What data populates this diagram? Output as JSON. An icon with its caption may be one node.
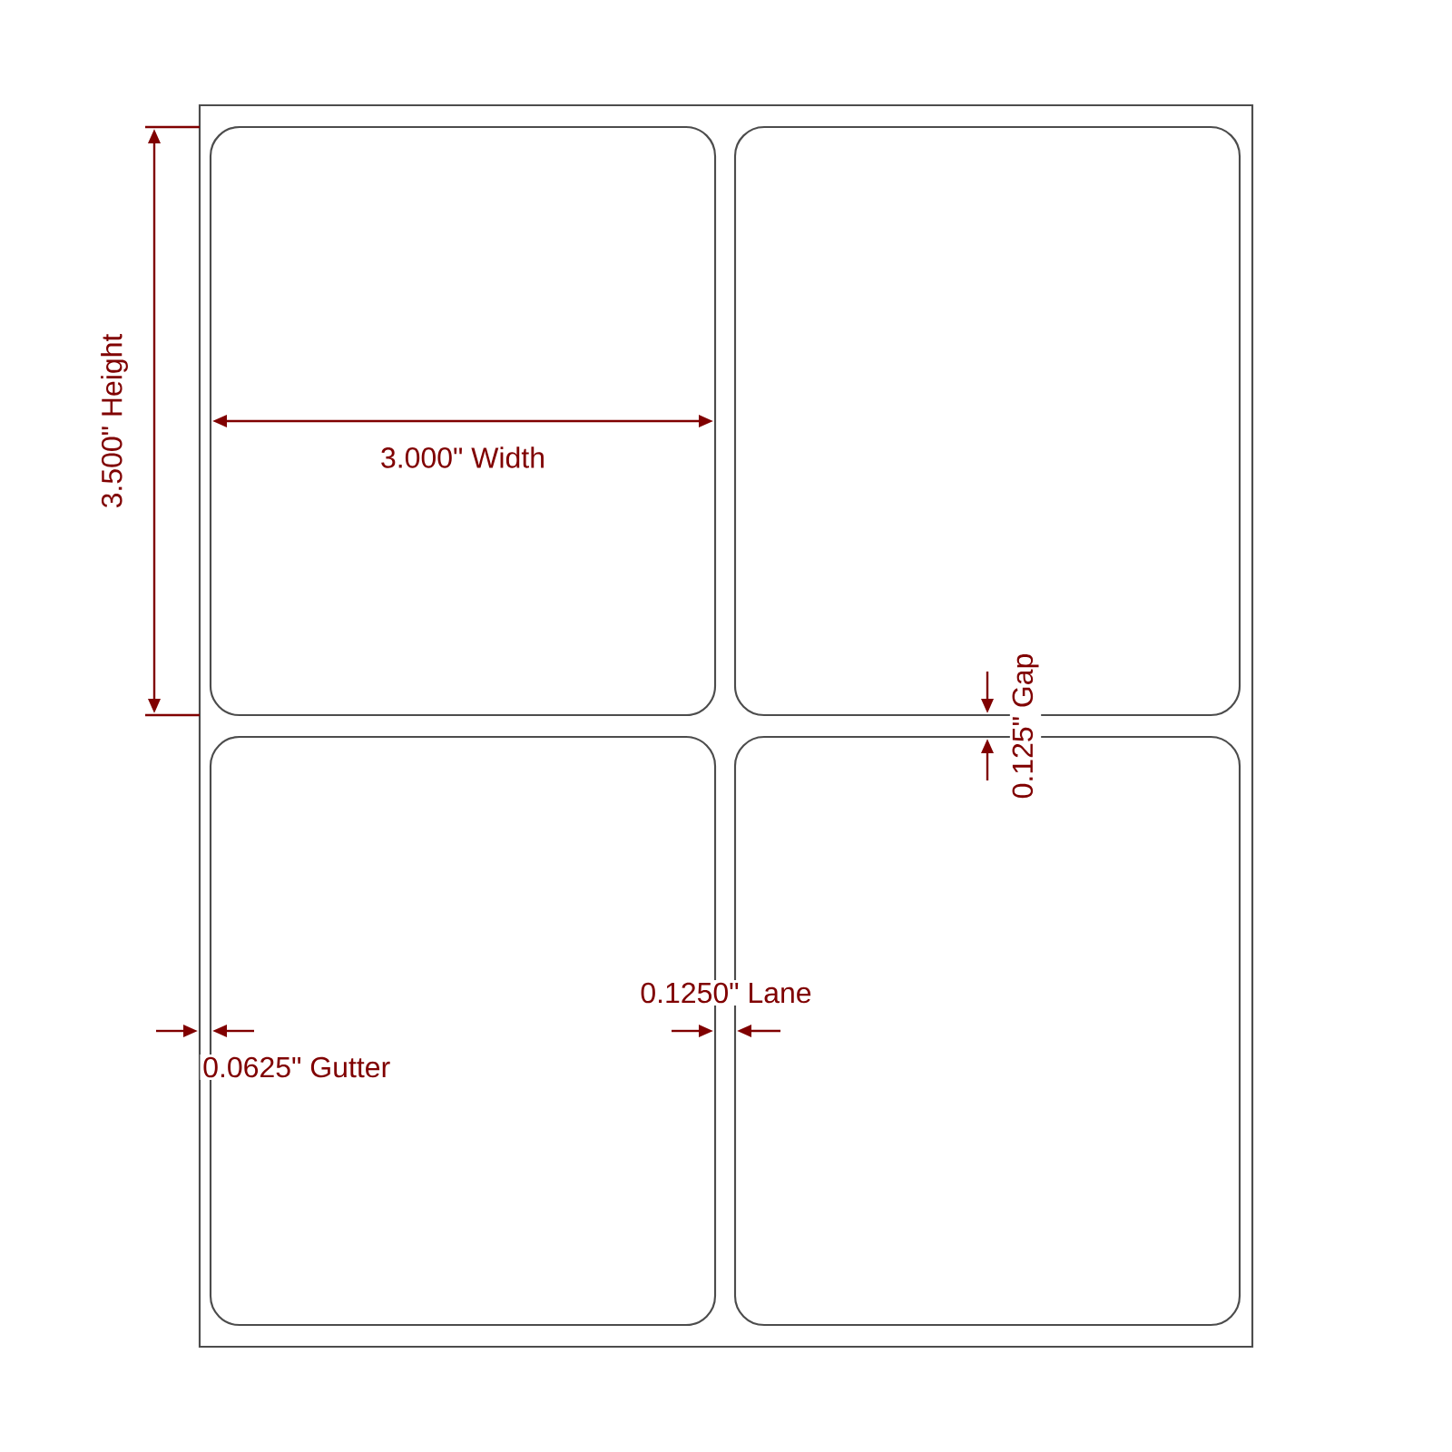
{
  "diagram": {
    "nodes": [
      {
        "text": [],
        "shape": "box"
      },
      {
        "text": [],
        "shape": "box",
        "in": 0
      },
      {
        "text": [],
        "shape": "box",
        "in": 0
      },
      {
        "text": [],
        "shape": "box",
        "in": 0
      },
      {
        "text": [],
        "shape": "box",
        "in": 0
      }
    ],
    "labels": [
      "3.500\" Height",
      "3.000\" Width",
      "0.125\" Gap",
      "0.1250\" Lane",
      "0.0625\" Gutter"
    ]
  }
}
